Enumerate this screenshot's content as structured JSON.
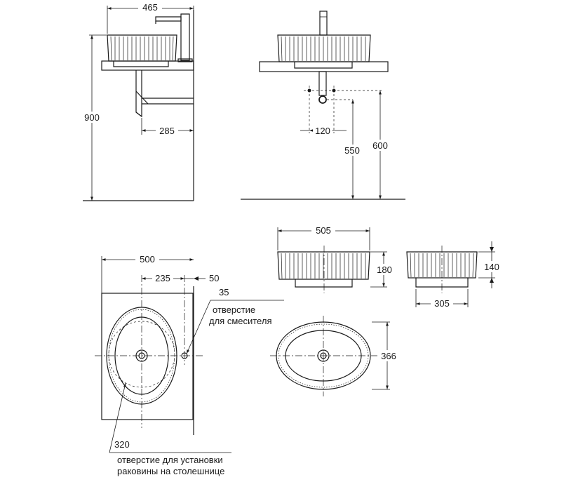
{
  "dimensions": {
    "side_width": "465",
    "side_height": "900",
    "side_pipe_offset": "285",
    "front_trap_width": "120",
    "front_trap_height": "550",
    "front_waste_height": "600",
    "top_counter_width": "500",
    "top_basin_offset": "235",
    "top_mixer_offset": "50",
    "mixer_hole_diameter": "35",
    "basin_hole_diameter": "320",
    "basin_length": "505",
    "basin_height": "180",
    "basin_width": "366",
    "basin_side_height": "140",
    "basin_side_width": "305"
  },
  "labels": {
    "mixer_hole_line1": "отверстие",
    "mixer_hole_line2": "для смесителя",
    "basin_hole_line1": "отверстие для установки",
    "basin_hole_line2": "раковины на столешнице"
  }
}
